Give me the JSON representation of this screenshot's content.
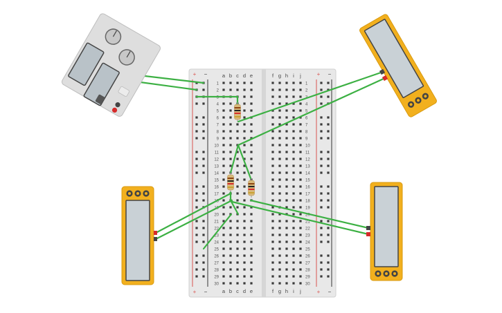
{
  "breadboard": {
    "columns_left": [
      "a",
      "b",
      "c",
      "d",
      "e"
    ],
    "columns_right": [
      "f",
      "g",
      "h",
      "i",
      "j"
    ],
    "row_count": 30,
    "rail_plus": "+",
    "rail_minus": "−"
  },
  "multimeters": {
    "mode_icons": [
      "current-mode-icon",
      "voltage-mode-icon",
      "resistance-mode-icon"
    ]
  },
  "colors": {
    "wire": "#3cb043",
    "meter_frame": "#f2b01e",
    "meter_screen": "#c9d1d6",
    "rail_red": "#d9534f",
    "rail_dark": "#333333",
    "board": "#e6e6e6",
    "psu_body": "#dcdcdc"
  }
}
